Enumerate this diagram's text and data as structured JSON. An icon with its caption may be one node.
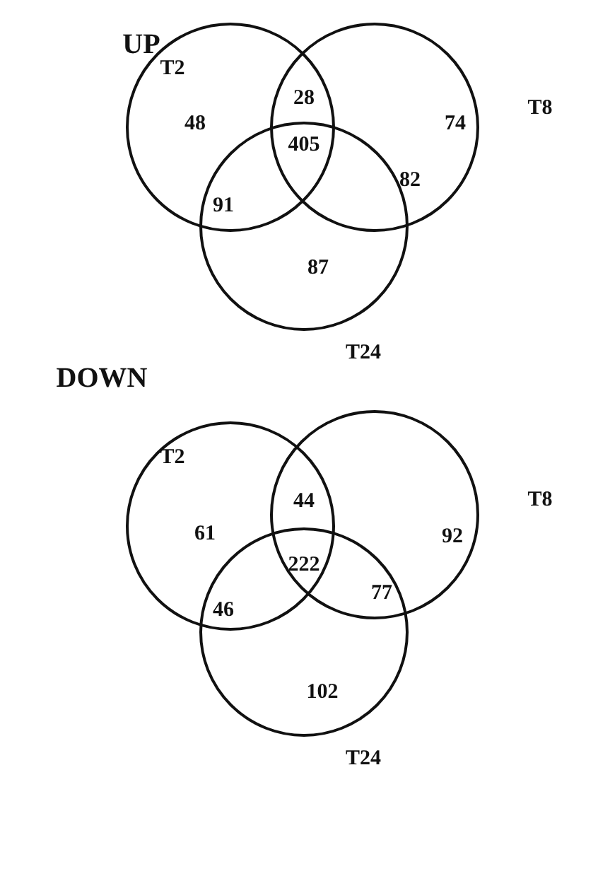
{
  "diagram": {
    "nodes": [
      {
        "text": [
          "T2"
        ]
      },
      {
        "text": [
          "T8"
        ]
      },
      {
        "text": [
          "T24"
        ]
      },
      {
        "text": [
          "T2"
        ]
      },
      {
        "text": [
          "T8"
        ]
      },
      {
        "text": [
          "T24"
        ]
      }
    ],
    "labels": [
      "UP",
      "48",
      "28",
      "74",
      "405",
      "91",
      "82",
      "87",
      "DOWN",
      "61",
      "44",
      "92",
      "222",
      "46",
      "77",
      "102"
    ]
  }
}
